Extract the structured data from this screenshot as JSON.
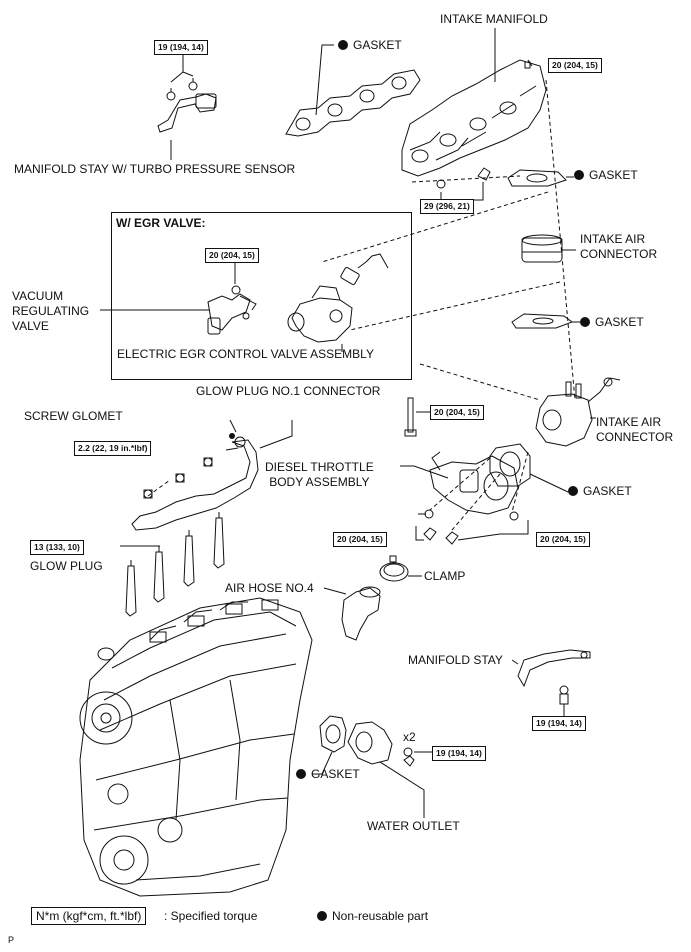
{
  "labels": {
    "intake_manifold": "INTAKE MANIFOLD",
    "gasket_top": "GASKET",
    "manifold_stay_sensor": "MANIFOLD STAY W/ TURBO PRESSURE SENSOR",
    "gasket_right1": "GASKET",
    "egr_title": "W/ EGR VALVE:",
    "vacuum_line1": "VACUUM",
    "vacuum_line2": "REGULATING",
    "vacuum_line3": "VALVE",
    "egr_valve": "ELECTRIC EGR CONTROL VALVE ASSEMBLY",
    "intake_air_connector1_l1": "INTAKE AIR",
    "intake_air_connector1_l2": "CONNECTOR",
    "gasket_right2": "GASKET",
    "glow_plug_connector": "GLOW PLUG NO.1 CONNECTOR",
    "screw_glomet": "SCREW GLOMET",
    "intake_air_connector2_l1": "INTAKE AIR",
    "intake_air_connector2_l2": "CONNECTOR",
    "throttle_l1": "DIESEL THROTTLE",
    "throttle_l2": "BODY ASSEMBLY",
    "gasket_right3": "GASKET",
    "glow_plug": "GLOW PLUG",
    "clamp": "CLAMP",
    "air_hose": "AIR HOSE NO.4",
    "manifold_stay": "MANIFOLD STAY",
    "x2": "x2",
    "gasket_bottom": "GASKET",
    "water_outlet": "WATER OUTLET"
  },
  "torques": {
    "t_stay_sensor": "19 (194, 14)",
    "t_manifold_top": "20 (204, 15)",
    "t_manifold_bottom": "29 (296, 21)",
    "t_egr": "20 (204, 15)",
    "t_bolt": "20 (204, 15)",
    "t_glow_conn": "2.2 (22, 19 in.*lbf)",
    "t_throttle_left": "20 (204, 15)",
    "t_throttle_right": "20 (204, 15)",
    "t_glow_plug": "13 (133, 10)",
    "t_manifold_stay": "19 (194, 14)",
    "t_water_outlet": "19 (194, 14)"
  },
  "legend": {
    "torque_box": "N*m (kgf*cm, ft.*lbf)",
    "torque_desc": ": Specified torque",
    "nonreuse_desc": "Non-reusable part"
  },
  "figure_id": "P"
}
